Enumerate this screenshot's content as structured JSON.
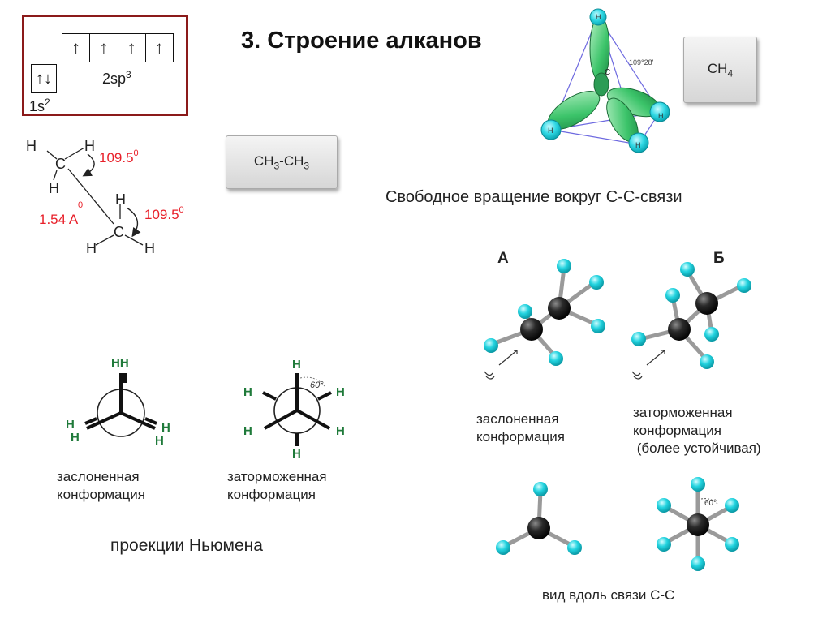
{
  "title": "3. Строение алканов",
  "orbital_box": {
    "sp3_label": "2sp",
    "sp3_sup": "3",
    "s_label": "1s",
    "s_sup": "2",
    "up_arrow": "↑",
    "pair_arrows": "↑↓"
  },
  "methane": {
    "button_text": "CH",
    "button_sub": "4",
    "angle_label": "109°28'",
    "atom_h": "H",
    "atom_c": "C"
  },
  "ethane": {
    "button_parts": [
      "CH",
      "3",
      "-CH",
      "3"
    ],
    "atom_h": "H",
    "atom_c": "C",
    "angle_value": "109.5",
    "angle_sup": "0",
    "bond_length": "1.54 A",
    "bond_length_sup": "0"
  },
  "rotation_heading": "Свободное вращение вокруг C-C-связи",
  "conformers_3d": {
    "label_a": "А",
    "label_b": "Б",
    "eclipsed_caption": [
      "заслоненная",
      "конформация"
    ],
    "staggered_caption": [
      "заторможенная",
      "конформация",
      " (более устойчивая)"
    ],
    "view_along_caption": "вид вдоль связи C-C",
    "angle_label": "60°"
  },
  "newman": {
    "atom_h": "H",
    "pair_label": "HH",
    "angle_label": "60°",
    "eclipsed_caption": [
      "заслоненная",
      "конформация"
    ],
    "staggered_caption": [
      "заторможенная",
      "конформация"
    ],
    "section_caption": "проекции Ньюмена"
  },
  "colors": {
    "frame": "#8b1a1a",
    "red_labels": "#e8202a",
    "hydrogen": "#1fd0dc",
    "carbon": "#1c1c1c",
    "lobe": "#3cc46a",
    "newman_h": "#1f7a3a"
  }
}
